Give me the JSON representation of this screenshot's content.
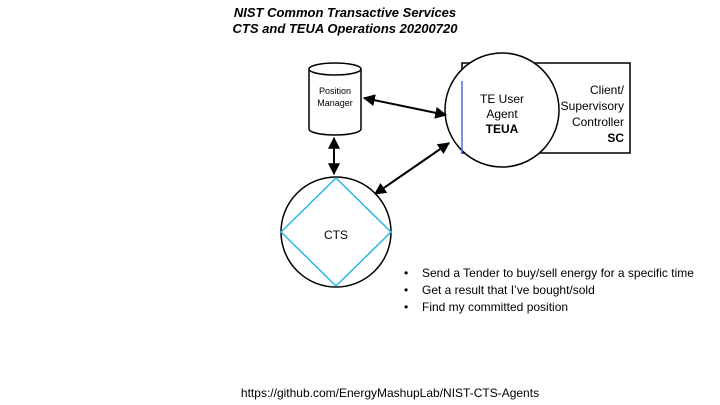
{
  "title": {
    "line1": "NIST Common Transactive Services",
    "line2": "CTS and TEUA Operations 20200720"
  },
  "nodes": {
    "position_manager": {
      "line1": "Position",
      "line2": "Manager"
    },
    "teua": {
      "line1": "TE User",
      "line2": "Agent",
      "line3": "TEUA"
    },
    "sc": {
      "line1": "Client/",
      "line2": "Supervisory",
      "line3": "Controller",
      "line4": "SC"
    },
    "cts": {
      "label": "CTS"
    }
  },
  "bullets": [
    "Send a Tender to buy/sell energy for a specific time",
    "Get a result that I’ve bought/sold",
    "Find my committed position"
  ],
  "footer_url": "https://github.com/EnergyMashupLab/NIST-CTS-Agents",
  "colors": {
    "stroke": "#000000",
    "accent_blue": "#4a6fd8",
    "diamond": "#29b6e8"
  }
}
